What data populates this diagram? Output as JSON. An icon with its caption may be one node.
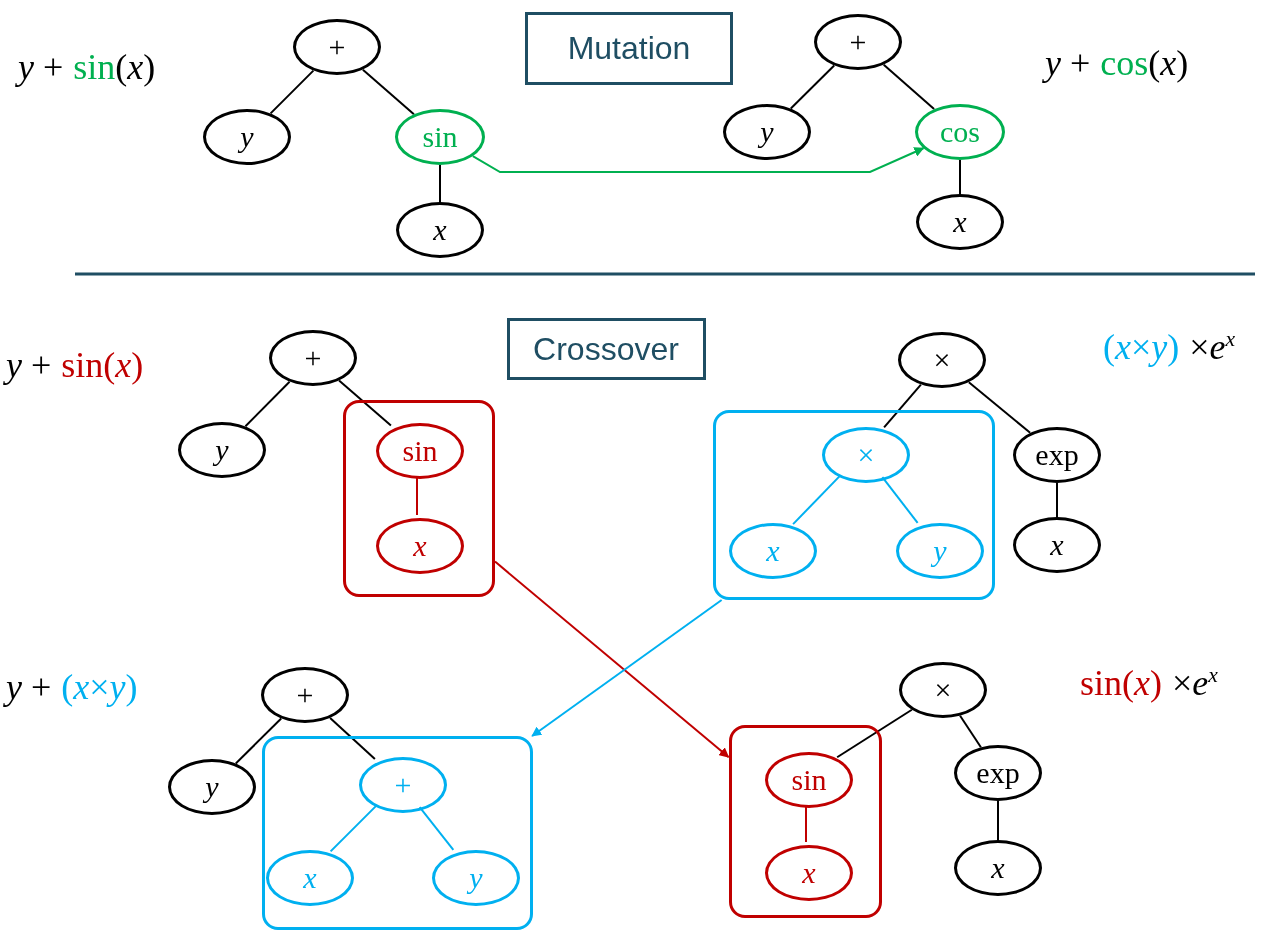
{
  "diagram": {
    "nodes": [
      {
        "text": [
          "Mutation"
        ]
      },
      {
        "text": [
          "+"
        ]
      },
      {
        "text": [
          "*y*"
        ]
      },
      {
        "text": [
          "sin"
        ]
      },
      {
        "text": [
          "*x*"
        ]
      },
      {
        "text": [
          "+"
        ]
      },
      {
        "text": [
          "*y*"
        ]
      },
      {
        "text": [
          "cos"
        ]
      },
      {
        "text": [
          "*x*"
        ]
      },
      {
        "text": [
          "Crossover"
        ]
      },
      {
        "text": [
          "+"
        ]
      },
      {
        "text": [
          "*y*"
        ]
      },
      {
        "text": [],
        "shape": "box"
      },
      {
        "text": [
          "sin"
        ],
        "in": 12
      },
      {
        "text": [
          "*x*"
        ],
        "in": 12
      },
      {
        "text": [
          "×"
        ]
      },
      {
        "text": [],
        "shape": "box"
      },
      {
        "text": [
          "×"
        ],
        "in": 16
      },
      {
        "text": [
          "*x*"
        ],
        "in": 16
      },
      {
        "text": [
          "*y*"
        ],
        "in": 16
      },
      {
        "text": [
          "exp"
        ]
      },
      {
        "text": [
          "*x*"
        ]
      },
      {
        "text": [
          "+"
        ]
      },
      {
        "text": [
          "*y*"
        ]
      },
      {
        "text": [],
        "shape": "box"
      },
      {
        "text": [
          "+"
        ],
        "in": 24
      },
      {
        "text": [
          "*x*"
        ],
        "in": 24
      },
      {
        "text": [
          "*y*"
        ],
        "in": 24
      },
      {
        "text": [
          "×"
        ]
      },
      {
        "text": [],
        "shape": "box"
      },
      {
        "text": [
          "sin"
        ],
        "in": 29
      },
      {
        "text": [
          "*x*"
        ],
        "in": 29
      },
      {
        "text": [
          "exp"
        ]
      },
      {
        "text": [
          "*x*"
        ]
      }
    ],
    "edges": [
      {
        "from": 1,
        "to": 2,
        "arrow": "none"
      },
      {
        "from": 1,
        "to": 3,
        "arrow": "none"
      },
      {
        "from": 3,
        "to": 4,
        "arrow": "none"
      },
      {
        "from": 5,
        "to": 6,
        "arrow": "none"
      },
      {
        "from": 5,
        "to": 7,
        "arrow": "none"
      },
      {
        "from": 7,
        "to": 8,
        "arrow": "none"
      },
      {
        "from": 3,
        "to": 7,
        "arrow": "to",
        "color": "#00b050"
      },
      {
        "from": 10,
        "to": 11,
        "arrow": "none"
      },
      {
        "from": 10,
        "to": 13,
        "arrow": "none"
      },
      {
        "from": 13,
        "to": 14,
        "arrow": "none",
        "color": "#c00000"
      },
      {
        "from": 15,
        "to": 17,
        "arrow": "none"
      },
      {
        "from": 15,
        "to": 20,
        "arrow": "none"
      },
      {
        "from": 17,
        "to": 18,
        "arrow": "none",
        "color": "#00b0f0"
      },
      {
        "from": 17,
        "to": 19,
        "arrow": "none",
        "color": "#00b0f0"
      },
      {
        "from": 20,
        "to": 21,
        "arrow": "none"
      },
      {
        "from": 22,
        "to": 23,
        "arrow": "none"
      },
      {
        "from": 22,
        "to": 25,
        "arrow": "none"
      },
      {
        "from": 25,
        "to": 26,
        "arrow": "none",
        "color": "#00b0f0"
      },
      {
        "from": 25,
        "to": 27,
        "arrow": "none",
        "color": "#00b0f0"
      },
      {
        "from": 28,
        "to": 30,
        "arrow": "none"
      },
      {
        "from": 28,
        "to": 32,
        "arrow": "none"
      },
      {
        "from": 30,
        "to": 31,
        "arrow": "none",
        "color": "#c00000"
      },
      {
        "from": 32,
        "to": 33,
        "arrow": "none"
      },
      {
        "from": 12,
        "to": 29,
        "arrow": "to",
        "color": "#c00000"
      },
      {
        "from": 16,
        "to": 24,
        "arrow": "to",
        "color": "#00b0f0"
      }
    ],
    "labels": [
      "*y* +",
      "sin",
      "(*x*)",
      "*y* +",
      "cos",
      "(*x*)",
      "*y* +",
      "sin(*x*)",
      "(*x*×*y*)",
      "×*e*$^{x}$",
      "*y* +",
      "(*x*×*y*)",
      "sin(*x*)",
      "×*e*$^{x}$"
    ]
  }
}
